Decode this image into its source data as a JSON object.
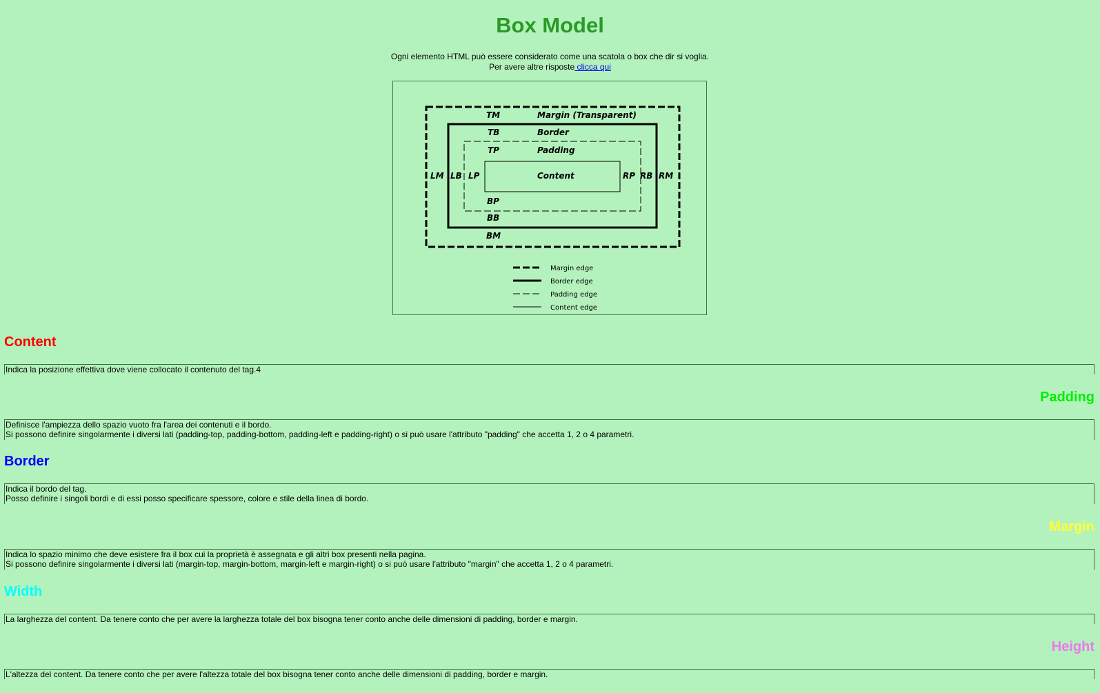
{
  "header": {
    "title": "Box Model",
    "intro_line1": "Ogni elemento HTML può essere considerato come una scatola o box che dir si voglia.",
    "intro_line2_prefix": "Per avere altre risposte",
    "intro_link": " clicca qui"
  },
  "diagram": {
    "labels": {
      "tm": "TM",
      "margin": "Margin (Transparent)",
      "tb": "TB",
      "border": "Border",
      "tp": "TP",
      "padding": "Padding",
      "lm": "LM",
      "lb": "LB",
      "lp": "LP",
      "content": "Content",
      "rp": "RP",
      "rb": "RB",
      "rm": "RM",
      "bp": "BP",
      "bb": "BB",
      "bm": "BM"
    },
    "legend": {
      "margin_edge": "Margin edge",
      "border_edge": "Border edge",
      "padding_edge": "Padding edge",
      "content_edge": "Content edge"
    }
  },
  "sections": {
    "content": {
      "title": "Content",
      "color": "#ff0000",
      "lines": [
        "Indica la posizione effettiva dove viene collocato il contenuto del tag.4"
      ]
    },
    "padding": {
      "title": "Padding",
      "color": "#00ee00",
      "lines": [
        "Definisce l'ampiezza dello spazio vuoto fra l'area dei contenuti e il bordo.",
        "Si possono definire singolarmente i diversi lati (padding-top, padding-bottom, padding-left e padding-right) o si può usare l'attributo \"padding\" che accetta 1, 2 o 4 parametri."
      ]
    },
    "border": {
      "title": "Border",
      "color": "#0000ff",
      "lines": [
        "Indica il bordo del tag.",
        "Posso definire i singoli bordi e di essi posso specificare spessore, colore e stile della linea di bordo."
      ]
    },
    "margin": {
      "title": "Margin",
      "color": "#ffff33",
      "lines": [
        "Indica lo spazio minimo che deve esistere fra il box cui la proprietà è assegnata e gli altri box presenti nella pagina.",
        "Si possono definire singolarmente i diversi lati (margin-top, margin-bottom, margin-left e margin-right) o si può usare l'attributo \"margin\" che accetta 1, 2 o 4 parametri."
      ]
    },
    "width": {
      "title": "Width",
      "color": "#00ffff",
      "lines": [
        "La larghezza del content. Da tenere conto che per avere la larghezza totale del box bisogna tener conto anche delle dimensioni di padding, border e margin."
      ]
    },
    "height": {
      "title": "Height",
      "color": "#ee77ee",
      "lines": [
        "L'altezza del content. Da tenere conto che per avere l'altezza totale del box bisogna tener conto anche delle dimensioni di padding, border e margin."
      ]
    }
  }
}
